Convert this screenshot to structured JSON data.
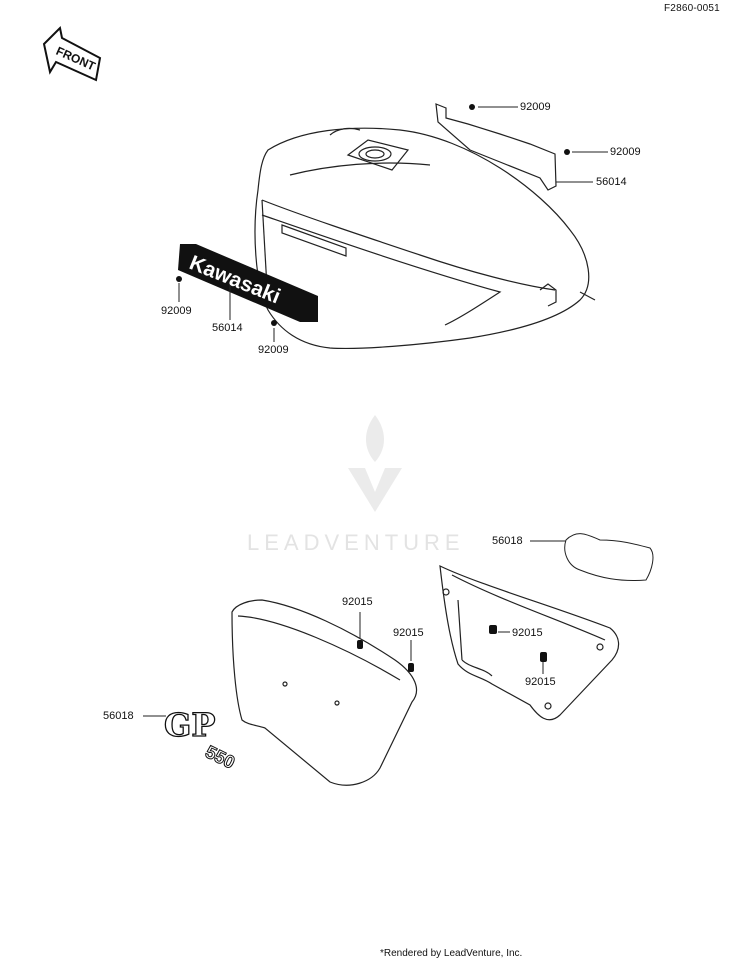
{
  "figure_code": "F2860-0051",
  "front_label": "FRONT",
  "emblems": {
    "tank_logo": "Kawasaki",
    "gp_badge_main": "GP",
    "gp_badge_model": "550"
  },
  "watermark": "LEADVENTURE",
  "credit": "*Rendered by LeadVenture, Inc.",
  "callouts": [
    {
      "id": "c1",
      "part_number": "92009"
    },
    {
      "id": "c2",
      "part_number": "92009"
    },
    {
      "id": "c3",
      "part_number": "56014"
    },
    {
      "id": "c4",
      "part_number": "92009"
    },
    {
      "id": "c5",
      "part_number": "56014"
    },
    {
      "id": "c6",
      "part_number": "92009"
    },
    {
      "id": "c7",
      "part_number": "56018"
    },
    {
      "id": "c8",
      "part_number": "92015"
    },
    {
      "id": "c9",
      "part_number": "92015"
    },
    {
      "id": "c10",
      "part_number": "92015"
    },
    {
      "id": "c11",
      "part_number": "92015"
    },
    {
      "id": "c12",
      "part_number": "56018"
    }
  ]
}
